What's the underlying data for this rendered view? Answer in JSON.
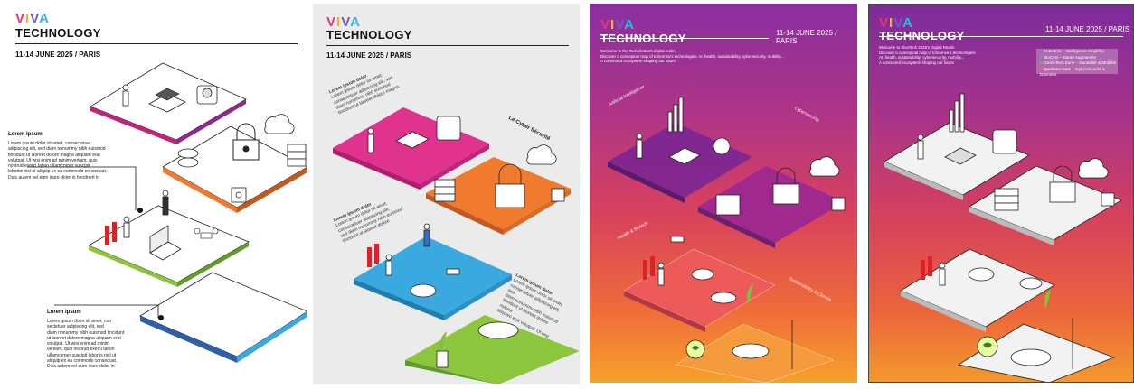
{
  "brand": {
    "viva": [
      "V",
      "I",
      "V",
      "A"
    ],
    "technology": "TECHNOLOGY",
    "date": "11-14 JUNE 2025 / PARIS"
  },
  "p3_date": "11-14 JUNE 2025 / PARIS",
  "p4_date": "11-14 JUNE 2025 / PARIS",
  "p1": {
    "heading1": "Lorem Ipsum",
    "text1": [
      "Lorem ipsum dolor sit amet, consectetuer",
      "adipiscing elit, sed diam nonummy nibh euismod",
      "tincidunt ut laoreet dolore magna aliquam erat",
      "volutpat. Ut wisi enim ad minim veniam, quis",
      "nostrud exerci tation ullamcorper suscipit",
      "lobortis nisl ut aliquip ex ea commodo consequat.",
      "Duis autem vel eum iriure dolor in hendrerit in"
    ],
    "heading2": "Lorem Ipsum",
    "text2": [
      "Lorem ipsum dolor sit amet, con",
      "sectetuer adipiscing elit, sed",
      "diam nonummy nibh euismod tincidunt",
      "ut laoreet dolore magna aliquam erat",
      "volutpat. Ut wisi enim ad minim",
      "veniam, quis nostrud exerci tation",
      "ullamcorper suscipit lobortis nisl ut",
      "aliquip ex ea commodo consequat.",
      "Duis autem vel eum iriure dolor in"
    ]
  },
  "p2": {
    "label_cyber": "Le Cyber Sécurité",
    "text_a_head": "Lorem ipsum dolor",
    "text_b_head": "Lorem ipsum dolor",
    "text_c_head": "Lorem ipsum dolor",
    "text_a": [
      "Lorem ipsum dolor sit amet,",
      "consectetuer adipiscing elit, sed",
      "diam nonummy nibh euismod",
      "tincidunt ut laoreet dolore magna"
    ],
    "text_b": [
      "Lorem ipsum dolor sit amet,",
      "consectetuer adipiscing elit,",
      "sed diam nonummy nibh euismod",
      "tincidunt ut laoreet dolore"
    ],
    "text_c": [
      "Lorem ipsum dolor sit amet,",
      "consectetuer adipiscing elit, sed",
      "diam nonummy nibh euismod",
      "tincidunt ut laoreet dolore magna",
      "aliquam erat volutpat. Ut wisi"
    ]
  },
  "p3": {
    "intro": [
      "Welcome to the Tech district's digital realm",
      "Discover a conceptual map of tomorrow's technologies: AI, health, sustainability, cybersecurity, mobility...",
      "A connected ecosystem shaping our future"
    ],
    "labels": [
      "Artificial Intelligence",
      "Cybersecurity",
      "Health & Biotech",
      "Sustainability & Climate"
    ]
  },
  "p4": {
    "intro": [
      "Welcome to VivaTech 2025's Digital Realm",
      "Discover a conceptual map of tomorrow's technologies:",
      "AI, health, sustainability, cybersecurity, mobility...",
      "A connected ecosystem shaping our future"
    ],
    "legend": [
      "AI District – Intelligence Amplifiée",
      "BioCore – Santé Augmentée",
      "GreenTech Zone – Durabilité & Mobilité",
      "Quantum Gate – Cybersécurité & Données"
    ],
    "legend_colors": [
      "#8f6bd6",
      "#2fb6e0",
      "#7fc241",
      "#f37a3a"
    ]
  },
  "colors": {
    "magenta": "#e0338e",
    "orange": "#f07a2e",
    "green": "#8cc63f",
    "blue": "#3aa9e0",
    "purple": "#8e2a8f",
    "darkblue": "#2e5fa8"
  },
  "icons": [
    "ai-chip-icon",
    "robot-icon",
    "lock-icon",
    "cloud-icon",
    "server-icon",
    "scientist-icon",
    "test-tube-icon",
    "drone-icon",
    "laptop-icon",
    "dna-icon",
    "plant-icon",
    "wind-turbine-icon",
    "globe-icon",
    "microscope-icon",
    "gear-icon"
  ]
}
